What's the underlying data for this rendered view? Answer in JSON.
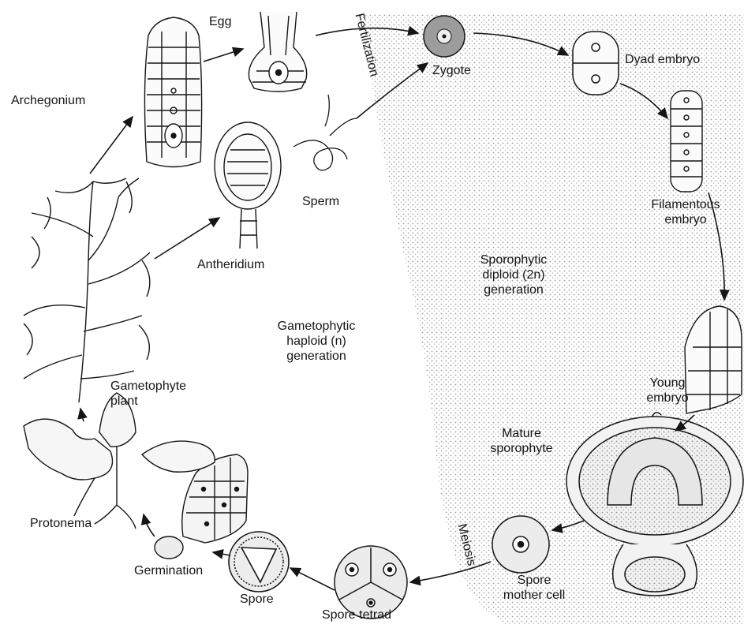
{
  "diagram": {
    "stages": {
      "archegonium": "Archegonium",
      "egg": "Egg",
      "fertilization": "Fertilization",
      "zygote": "Zygote",
      "dyad_embryo": "Dyad embryo",
      "sperm": "Sperm",
      "antheridium": "Antheridium",
      "filamentous_embryo": [
        "Filamentous",
        "embryo"
      ],
      "young_embryo": [
        "Young",
        "embryo"
      ],
      "mature_sporophyte": [
        "Mature",
        "sporophyte"
      ],
      "meiosis": "Meiosis",
      "spore_mother_cell": [
        "Spore",
        "mother cell"
      ],
      "spore_tetrad": "Spore tetrad",
      "spore": "Spore",
      "germination": "Germination",
      "protonema": "Protonema",
      "gametophyte_plant": [
        "Gametophyte",
        "plant"
      ]
    },
    "generations": {
      "sporophytic": [
        "Sporophytic",
        "diploid (2n)",
        "generation"
      ],
      "gametophytic": [
        "Gametophytic",
        "haploid (n)",
        "generation"
      ]
    },
    "colors": {
      "ink": "#151515",
      "stipple": "#b9b9b9",
      "paper": "#ffffff"
    }
  }
}
